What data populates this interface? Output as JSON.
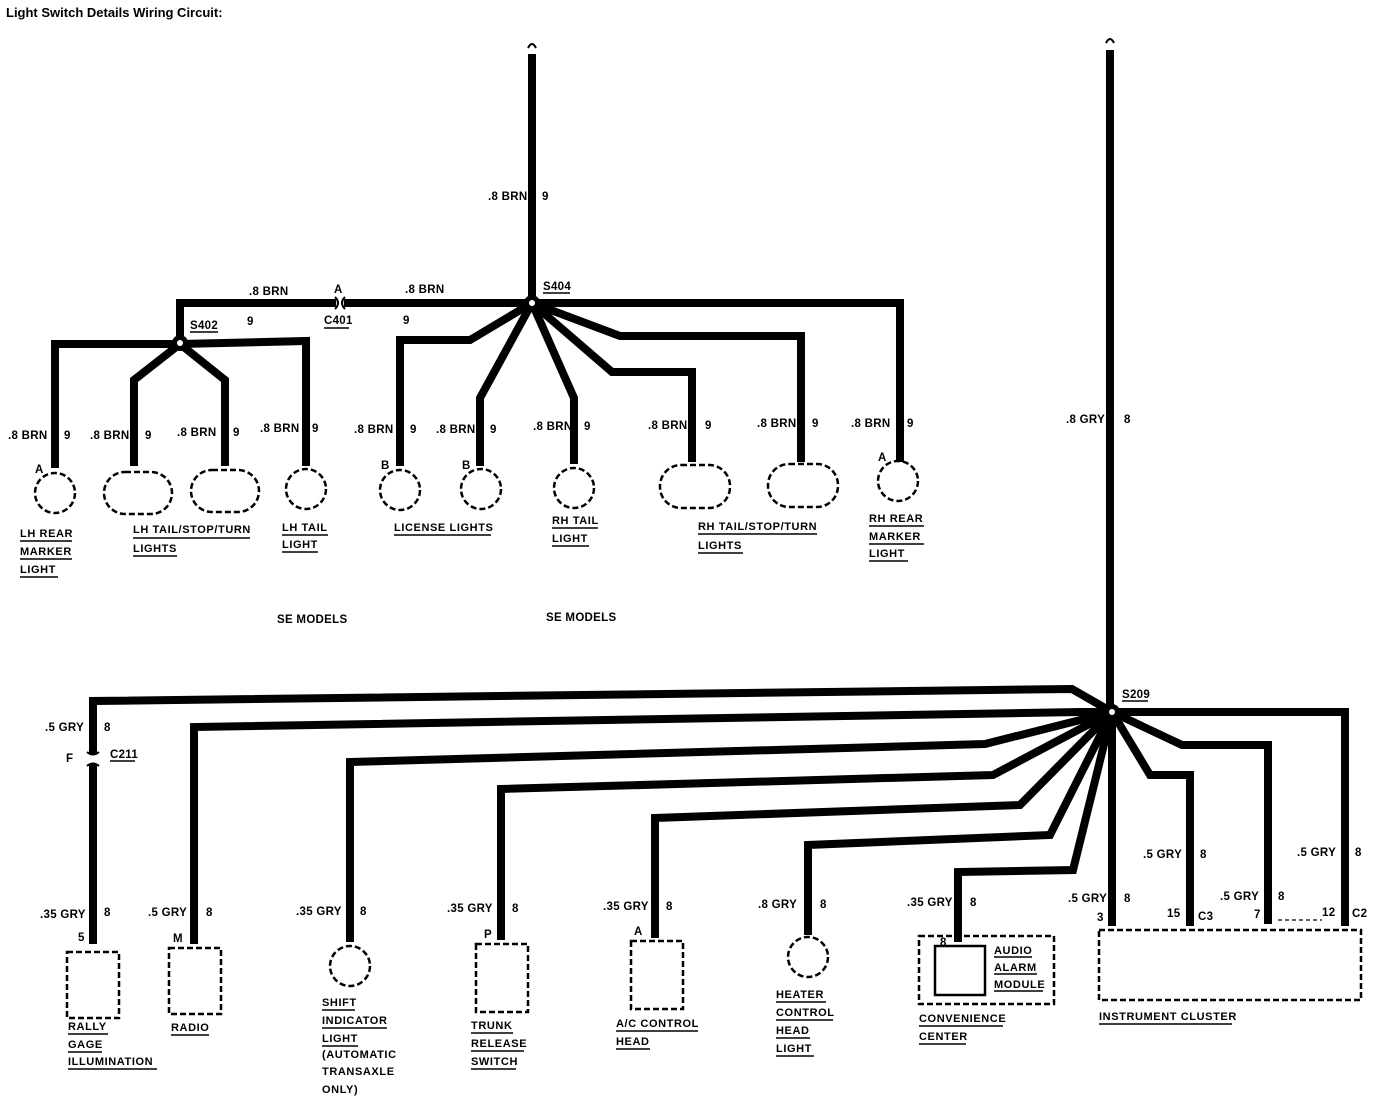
{
  "title": "Light Switch Details Wiring Circuit:",
  "upper_circuit": {
    "feed": {
      "wire": ".8 BRN",
      "circuit": "9"
    },
    "splices": {
      "s404": "S404",
      "s402": "S402"
    },
    "connector_c401": {
      "pin": "A",
      "name": "C401"
    },
    "trunk_left": {
      "wire": ".8 BRN"
    },
    "trunk_right": {
      "wire": ".8 BRN"
    },
    "s402_circuit": "9",
    "s404_circuit": "9",
    "branches": [
      {
        "wire": ".8 BRN",
        "circuit": "9",
        "pin": "A",
        "lines": [
          "LH REAR",
          "MARKER",
          "LIGHT"
        ]
      },
      {
        "wire": ".8 BRN",
        "circuit": "9",
        "pin": "",
        "lines": [
          "LH TAIL/STOP/TURN",
          "LIGHTS"
        ]
      },
      {
        "wire": ".8 BRN",
        "circuit": "9",
        "pin": "",
        "lines": []
      },
      {
        "wire": ".8 BRN",
        "circuit": "9",
        "pin": "",
        "lines": [
          "LH TAIL",
          "LIGHT"
        ]
      },
      {
        "wire": ".8 BRN",
        "circuit": "9",
        "pin": "B",
        "lines": [
          "LICENSE LIGHTS"
        ]
      },
      {
        "wire": ".8 BRN",
        "circuit": "9",
        "pin": "B",
        "lines": []
      },
      {
        "wire": ".8 BRN",
        "circuit": "9",
        "pin": "",
        "lines": [
          "RH TAIL",
          "LIGHT"
        ]
      },
      {
        "wire": ".8 BRN",
        "circuit": "9",
        "pin": "",
        "lines": [
          "RH TAIL/STOP/TURN",
          "LIGHTS"
        ]
      },
      {
        "wire": ".8 BRN",
        "circuit": "9",
        "pin": "",
        "lines": []
      },
      {
        "wire": ".8 BRN",
        "circuit": "9",
        "pin": "A",
        "lines": [
          "RH REAR",
          "MARKER",
          "LIGHT"
        ]
      }
    ],
    "notes": [
      "SE MODELS",
      "SE MODELS"
    ]
  },
  "lower_circuit": {
    "feed": {
      "wire": ".8 GRY",
      "circuit": "8"
    },
    "splice": "S209",
    "connector_c211": {
      "pin": "F",
      "name": "C211"
    },
    "rally_upper": {
      "wire": ".5 GRY",
      "circuit": "8"
    },
    "branches": [
      {
        "wire": ".35 GRY",
        "circuit": "8",
        "pin": "5",
        "lines": [
          "RALLY",
          "GAGE",
          "ILLUMINATION"
        ]
      },
      {
        "wire": ".5 GRY",
        "circuit": "8",
        "pin": "M",
        "lines": [
          "RADIO"
        ]
      },
      {
        "wire": ".35 GRY",
        "circuit": "8",
        "pin": "",
        "lines": [
          "SHIFT",
          "INDICATOR",
          "LIGHT",
          "(AUTOMATIC",
          "TRANSAXLE",
          "ONLY)"
        ]
      },
      {
        "wire": ".35 GRY",
        "circuit": "8",
        "pin": "P",
        "lines": [
          "TRUNK",
          "RELEASE",
          "SWITCH"
        ]
      },
      {
        "wire": ".35 GRY",
        "circuit": "8",
        "pin": "A",
        "lines": [
          "A/C CONTROL",
          "HEAD"
        ]
      },
      {
        "wire": ".8 GRY",
        "circuit": "8",
        "pin": "",
        "lines": [
          "HEATER",
          "CONTROL",
          "HEAD",
          "LIGHT"
        ]
      },
      {
        "wire": ".35 GRY",
        "circuit": "8",
        "pin": "8",
        "lines": [
          "CONVENIENCE",
          "CENTER"
        ]
      }
    ],
    "audio_module": [
      "AUDIO",
      "ALARM",
      "MODULE"
    ],
    "cluster": {
      "name": "INSTRUMENT CLUSTER",
      "c3": "C3",
      "c2": "C2",
      "wires": [
        {
          "wire": ".5 GRY",
          "circuit": "8",
          "pin": "3"
        },
        {
          "wire": ".5 GRY",
          "circuit": "8",
          "pin": "15"
        },
        {
          "wire": ".5 GRY",
          "circuit": "8",
          "pin": "7"
        },
        {
          "wire": ".5 GRY",
          "circuit": "8",
          "pin": "12"
        }
      ]
    }
  }
}
